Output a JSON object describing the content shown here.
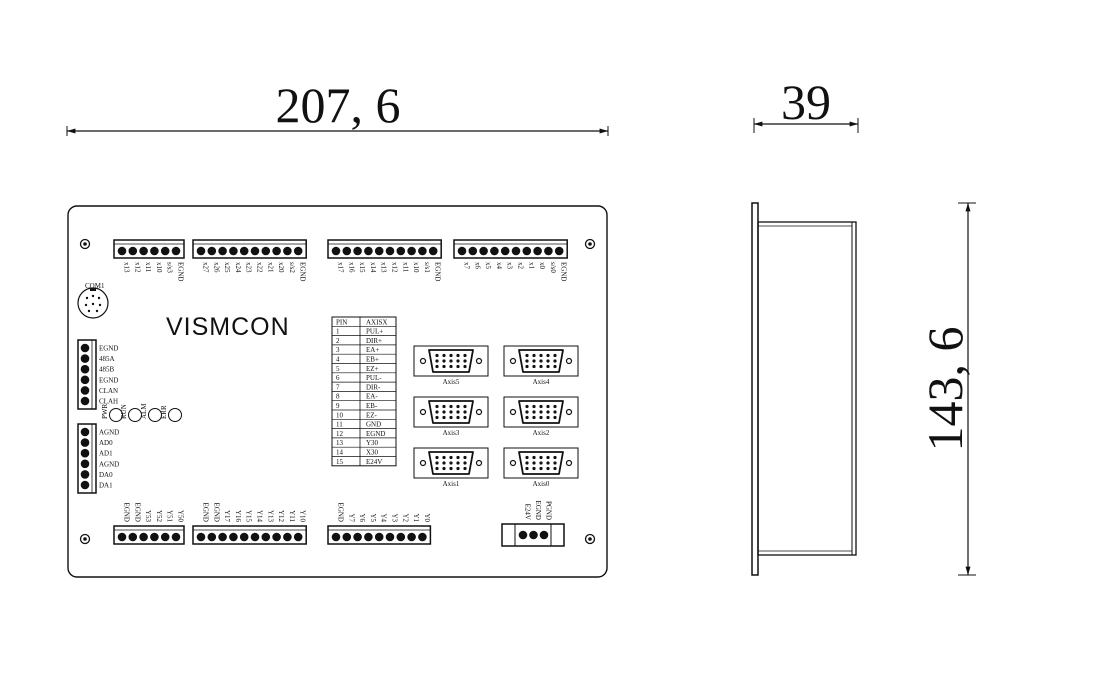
{
  "dimensions": {
    "width": "207, 6",
    "depth": "39",
    "height": "143, 6"
  },
  "brand": "VISMCON",
  "com_label": "COM1",
  "led_labels": [
    "PWR",
    "RUN",
    "ALM",
    "ERR"
  ],
  "top_connectors": [
    {
      "pins": [
        "x13",
        "x12",
        "x11",
        "x10",
        "s/s3",
        "EGND"
      ]
    },
    {
      "pins": [
        "x27",
        "x26",
        "x25",
        "x24",
        "x23",
        "x22",
        "x21",
        "x20",
        "s/s2",
        "EGND"
      ]
    },
    {
      "pins": [
        "x17",
        "x16",
        "x15",
        "x14",
        "x13",
        "x12",
        "x11",
        "x10",
        "s/s1",
        "EGND"
      ]
    },
    {
      "pins": [
        "x7",
        "x6",
        "x5",
        "x4",
        "x3",
        "x2",
        "x1",
        "x0",
        "s/s0",
        "EGND"
      ]
    }
  ],
  "left_upper_labels": [
    "EGND",
    "485A",
    "485B",
    "EGND",
    "CLAN",
    "CLAH"
  ],
  "left_lower_labels": [
    "AGND",
    "AD0",
    "AD1",
    "AGND",
    "DA0",
    "DA1"
  ],
  "bottom_connectors": [
    {
      "pins": [
        "EGND",
        "EGND",
        "Y53",
        "Y52",
        "Y51",
        "Y50"
      ]
    },
    {
      "pins": [
        "EGND",
        "EGND",
        "Y17",
        "Y16",
        "Y15",
        "Y14",
        "Y13",
        "Y12",
        "Y11",
        "Y10"
      ]
    },
    {
      "pins": [
        "EGND",
        "Y7",
        "Y6",
        "Y5",
        "Y4",
        "Y3",
        "Y2",
        "Y1",
        "Y0"
      ]
    },
    {
      "pins": [
        "E24V",
        "EGND",
        "PGND"
      ]
    }
  ],
  "pin_table": {
    "headers": [
      "PIN",
      "AXISX"
    ],
    "rows": [
      [
        "1",
        "PUL+"
      ],
      [
        "2",
        "DIR+"
      ],
      [
        "3",
        "EA+"
      ],
      [
        "4",
        "EB+"
      ],
      [
        "5",
        "EZ+"
      ],
      [
        "6",
        "PUL-"
      ],
      [
        "7",
        "DIR-"
      ],
      [
        "8",
        "EA-"
      ],
      [
        "9",
        "EB-"
      ],
      [
        "10",
        "EZ-"
      ],
      [
        "11",
        "GND"
      ],
      [
        "12",
        "EGND"
      ],
      [
        "13",
        "Y30"
      ],
      [
        "14",
        "X30"
      ],
      [
        "15",
        "E24V"
      ]
    ]
  },
  "axis_ports": [
    "Axis5",
    "Axis4",
    "Axis3",
    "Axis2",
    "Axis1",
    "Axis0"
  ]
}
